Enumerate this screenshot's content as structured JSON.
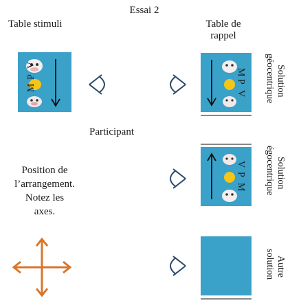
{
  "title": "Essai 2",
  "stimuli_table_label": "Table stimuli",
  "recall_table_label": "Table de rappel",
  "recall_table_line1": "Table de",
  "recall_table_line2": "rappel",
  "participant_label": "Participant",
  "arrangement_note": [
    "Position de",
    "l’arrangement.",
    "Notez les",
    "axes."
  ],
  "card_letters": [
    "V",
    "P",
    "M"
  ],
  "solutions": [
    {
      "line1": "Solution",
      "line2": "géocentrique"
    },
    {
      "line1": "Solution",
      "line2": "égocentrique"
    },
    {
      "line1": "Autre",
      "line2": "solution"
    }
  ],
  "colors": {
    "card": "#3aa1c9",
    "arrow_orange": "#d9762b",
    "eye": "#2b4a6a"
  },
  "icons": [
    "eye-icon",
    "cow-icon",
    "pig-icon",
    "chick-icon",
    "four-way-arrow-icon"
  ]
}
